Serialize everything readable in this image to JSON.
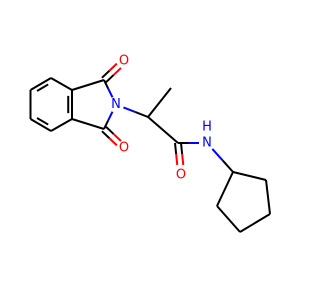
{
  "molecule": {
    "colors": {
      "bond": "#000000",
      "oxygen": "#ff0000",
      "nitrogen": "#0000ff"
    },
    "atom_labels": {
      "oxygen_top": "O",
      "oxygen_bottom": "O",
      "oxygen_amide": "O",
      "nitrogen_imide": "N",
      "nitrogen_amide": "N",
      "hydrogen_amide": "H"
    }
  }
}
